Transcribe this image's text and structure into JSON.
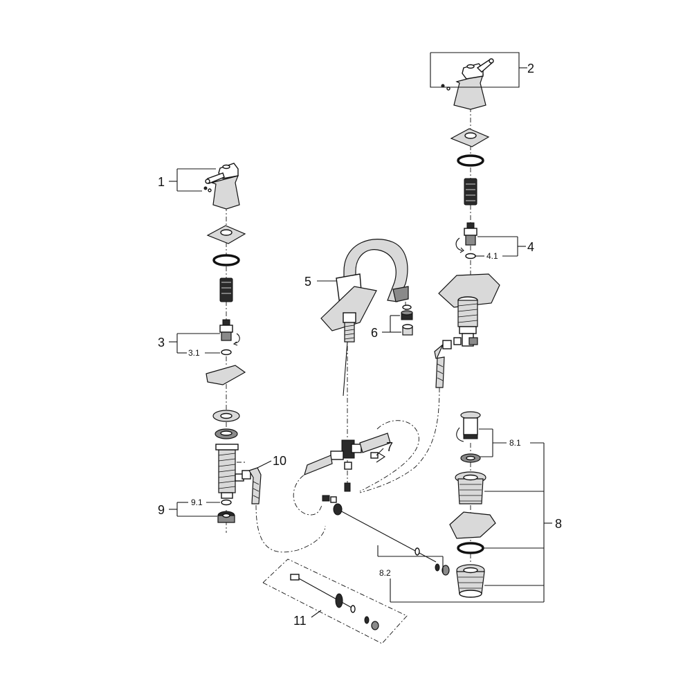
{
  "diagram": {
    "title": "Exploded parts diagram - three-hole basin mixer",
    "labels": {
      "l1": "1",
      "l2": "2",
      "l3": "3",
      "l3_1": "3.1",
      "l4": "4",
      "l4_1": "4.1",
      "l5": "5",
      "l6": "6",
      "l7": "7",
      "l8": "8",
      "l8_1": "8.1",
      "l8_2": "8.2",
      "l9": "9",
      "l9_1": "9.1",
      "l10": "10",
      "l11": "11"
    }
  }
}
